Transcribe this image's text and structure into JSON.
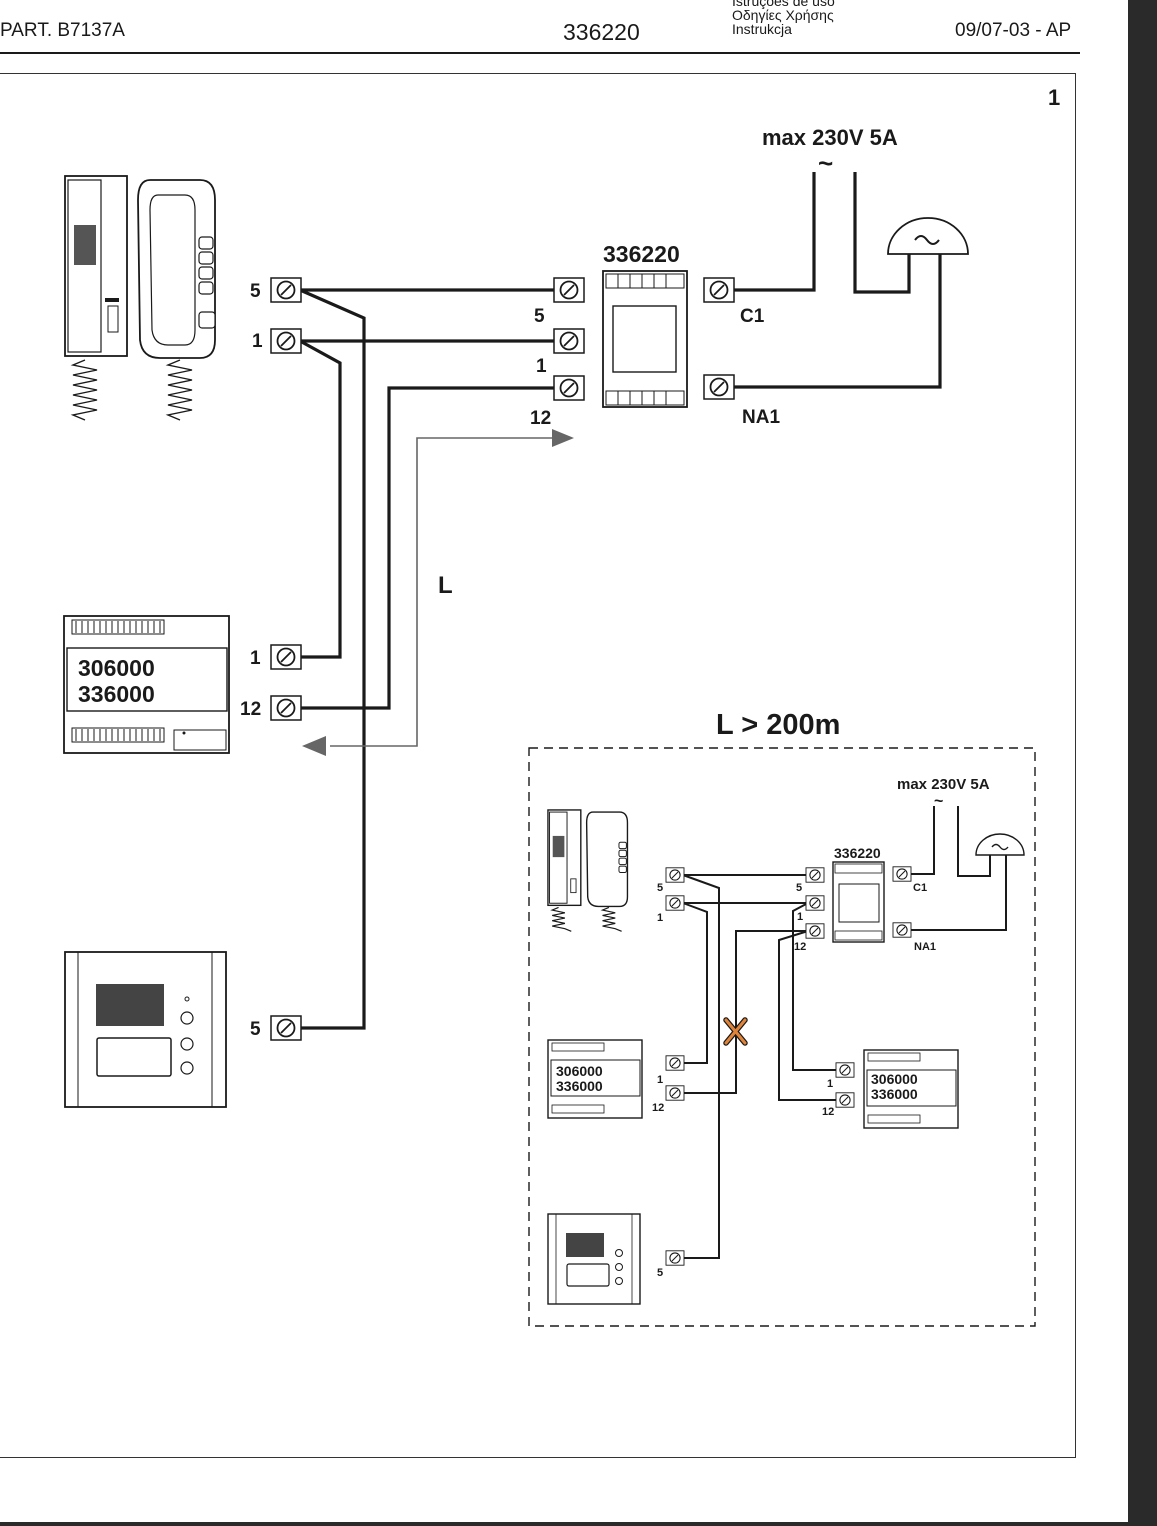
{
  "header": {
    "part_number": "PART. B7137A",
    "product_code": "336220",
    "languages": [
      "Istruções de uso",
      "Οδηγίες Χρήσης",
      "Instrukcja"
    ],
    "date_code": "09/07-03 - AP"
  },
  "figure": {
    "number": "1",
    "relay_model": "336220",
    "supply_rating": "max 230V 5A",
    "supply_symbol": "~",
    "wire_length_label": "L",
    "terminals": {
      "t5": "5",
      "t1": "1",
      "t12": "12",
      "c1": "C1",
      "na1": "NA1"
    },
    "power_supply_codes": [
      "306000",
      "336000"
    ],
    "inset": {
      "condition_label": "L > 200m",
      "relay_model": "336220",
      "supply_rating": "max 230V 5A",
      "power_supply_codes": [
        "306000",
        "336000"
      ]
    }
  }
}
